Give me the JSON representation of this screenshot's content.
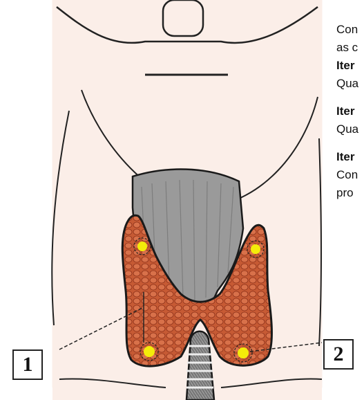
{
  "labels": {
    "box1": "1",
    "box2": "2"
  },
  "side_text": {
    "line1": "Con",
    "line2": "as c",
    "line3": "Iter",
    "line4": "Qua",
    "line5": "Iter",
    "line6": "Qua",
    "line7": "Iter",
    "line8": "Con",
    "line9": "pro"
  },
  "colors": {
    "background": "#fbeee8",
    "gland": "#c2502c",
    "nodule": "#f4ec0a",
    "trachea": "#9a9a9a",
    "outline": "#1a1a1a"
  }
}
